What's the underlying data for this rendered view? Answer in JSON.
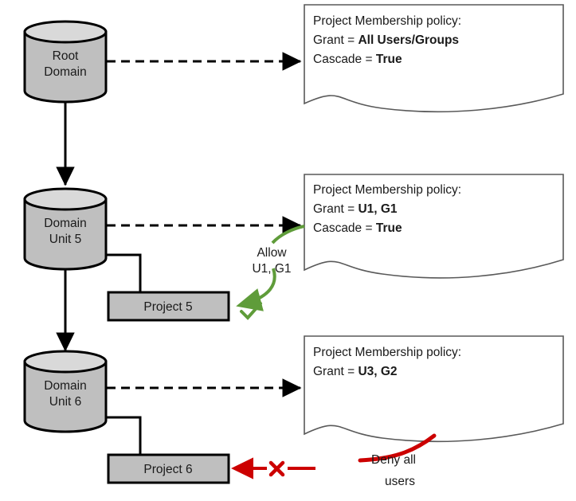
{
  "diagram": {
    "title": "Project Membership policy inheritance diagram",
    "colors": {
      "node_fill": "#bfbfbf",
      "node_top_fill": "#d9d9d9",
      "node_stroke": "#000000",
      "doc_fill": "#ffffff",
      "doc_stroke": "#595959",
      "allow_green": "#5f9c3a",
      "deny_red": "#cc0000",
      "background": "#ffffff"
    }
  },
  "nodes": {
    "root_domain": {
      "line1": "Root",
      "line2": "Domain"
    },
    "domain_unit_5": {
      "line1": "Domain",
      "line2": "Unit 5"
    },
    "domain_unit_6": {
      "line1": "Domain",
      "line2": "Unit 6"
    },
    "project_5": {
      "label": "Project 5"
    },
    "project_6": {
      "label": "Project 6"
    }
  },
  "policies": [
    {
      "id": "policy-root-domain",
      "heading": "Project Membership policy:",
      "lines": [
        {
          "key": "Grant = ",
          "value": "All Users/Groups"
        },
        {
          "key": "Cascade = ",
          "value": "True"
        }
      ]
    },
    {
      "id": "policy-domain-unit-5",
      "heading": "Project Membership policy:",
      "lines": [
        {
          "key": "Grant = ",
          "value": "U1, G1"
        },
        {
          "key": "Cascade = ",
          "value": "True"
        }
      ]
    },
    {
      "id": "policy-domain-unit-6",
      "heading": "Project Membership policy:",
      "lines": [
        {
          "key": "Grant = ",
          "value": "U3, G2"
        }
      ]
    }
  ],
  "annotations": {
    "allow": {
      "line1": "Allow",
      "line2": "U1, G1"
    },
    "deny": {
      "line1": "Deny all",
      "line2": "users"
    }
  }
}
